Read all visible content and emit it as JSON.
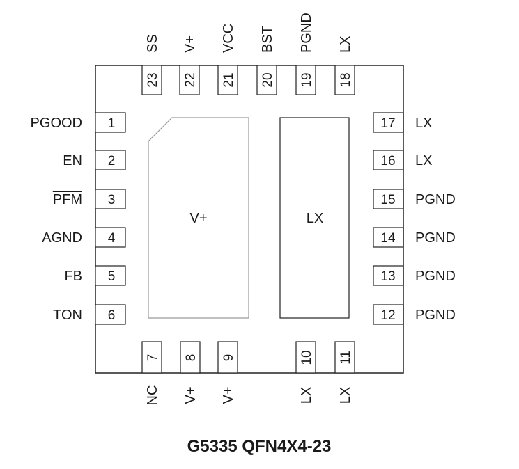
{
  "caption": "G5335 QFN4X4-23",
  "pads": {
    "left": "V+",
    "right": "LX"
  },
  "pins": [
    {
      "num": "1",
      "label": "PGOOD",
      "overline": false
    },
    {
      "num": "2",
      "label": "EN",
      "overline": false
    },
    {
      "num": "3",
      "label": "PFM",
      "overline": true
    },
    {
      "num": "4",
      "label": "AGND",
      "overline": false
    },
    {
      "num": "5",
      "label": "FB",
      "overline": false
    },
    {
      "num": "6",
      "label": "TON",
      "overline": false
    },
    {
      "num": "7",
      "label": "NC",
      "overline": false
    },
    {
      "num": "8",
      "label": "V+",
      "overline": false
    },
    {
      "num": "9",
      "label": "V+",
      "overline": false
    },
    {
      "num": "10",
      "label": "LX",
      "overline": false
    },
    {
      "num": "11",
      "label": "LX",
      "overline": false
    },
    {
      "num": "12",
      "label": "PGND",
      "overline": false
    },
    {
      "num": "13",
      "label": "PGND",
      "overline": false
    },
    {
      "num": "14",
      "label": "PGND",
      "overline": false
    },
    {
      "num": "15",
      "label": "PGND",
      "overline": false
    },
    {
      "num": "16",
      "label": "LX",
      "overline": false
    },
    {
      "num": "17",
      "label": "LX",
      "overline": false
    },
    {
      "num": "18",
      "label": "LX",
      "overline": false
    },
    {
      "num": "19",
      "label": "PGND",
      "overline": false
    },
    {
      "num": "20",
      "label": "BST",
      "overline": false
    },
    {
      "num": "21",
      "label": "VCC",
      "overline": false
    },
    {
      "num": "22",
      "label": "V+",
      "overline": false
    },
    {
      "num": "23",
      "label": "SS",
      "overline": false
    }
  ]
}
